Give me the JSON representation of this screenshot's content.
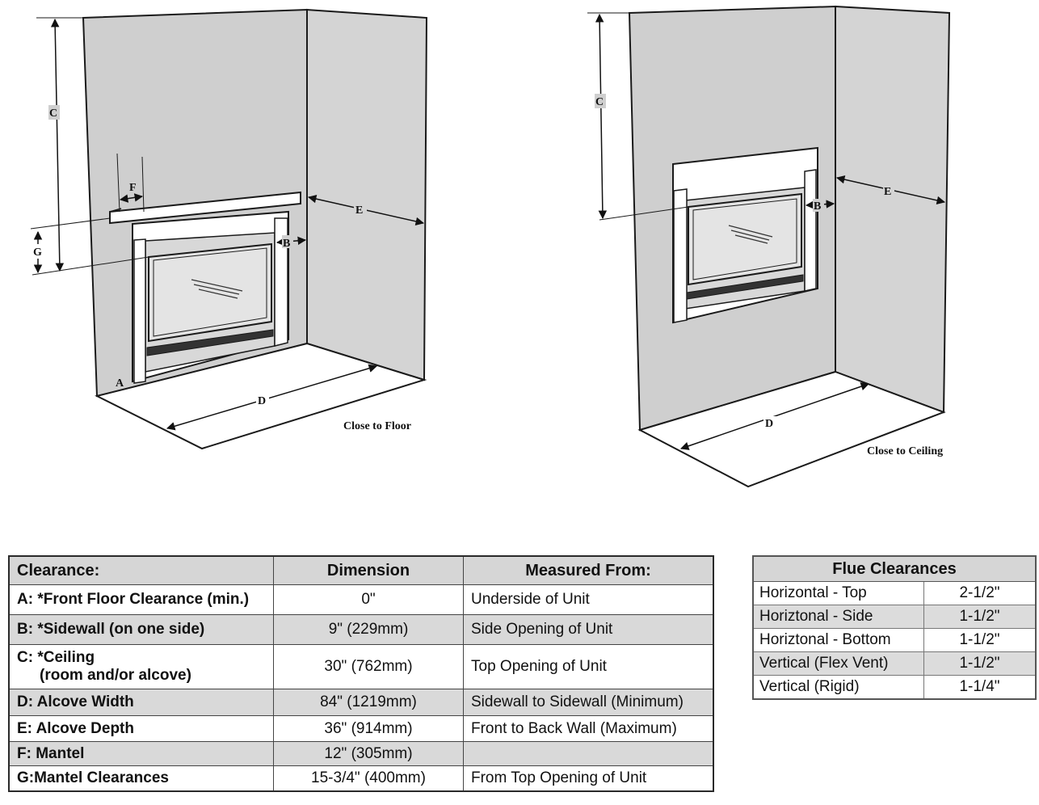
{
  "diagram_floor": {
    "caption": "Close to Floor",
    "labels": {
      "a": "A",
      "b": "B",
      "c": "C",
      "d": "D",
      "e": "E",
      "f": "F",
      "g": "G"
    }
  },
  "diagram_ceiling": {
    "caption": "Close to Ceiling",
    "labels": {
      "b": "B",
      "c": "C",
      "d": "D",
      "e": "E"
    }
  },
  "clearance_table": {
    "headers": [
      "Clearance:",
      "Dimension",
      "Measured From:"
    ],
    "rows": [
      {
        "clearance": "A: *Front Floor Clearance (min.)",
        "dimension": "0\"",
        "measured_from": "Underside of Unit"
      },
      {
        "clearance": "B: *Sidewall  (on one side)",
        "dimension": "9\" (229mm)",
        "measured_from": "Side Opening of Unit"
      },
      {
        "clearance": "C: *Ceiling",
        "clearance_line2": "(room and/or alcove)",
        "dimension": "30\" (762mm)",
        "measured_from": "Top Opening of Unit"
      },
      {
        "clearance": "D: Alcove Width",
        "dimension": "84\" (1219mm)",
        "measured_from": "Sidewall to Sidewall (Minimum)"
      },
      {
        "clearance": "E: Alcove Depth",
        "dimension": "36\" (914mm)",
        "measured_from": "Front to Back Wall (Maximum)"
      },
      {
        "clearance": "F: Mantel",
        "dimension": "12\" (305mm)",
        "measured_from": ""
      },
      {
        "clearance": "G:Mantel Clearances",
        "dimension": "15-3/4\" (400mm)",
        "measured_from": "From Top Opening of Unit"
      }
    ]
  },
  "flue_table": {
    "title": "Flue Clearances",
    "rows": [
      {
        "position": "Horizontal - Top",
        "value": "2-1/2\""
      },
      {
        "position": "Horiztonal - Side",
        "value": "1-1/2\""
      },
      {
        "position": "Horiztonal - Bottom",
        "value": "1-1/2\""
      },
      {
        "position": "Vertical (Flex Vent)",
        "value": "1-1/2\""
      },
      {
        "position": "Vertical (Rigid)",
        "value": "1-1/4\""
      }
    ]
  },
  "colors": {
    "wall": "#cfcfcf",
    "line": "#1a1a1a",
    "header_bg": "#d6d6d6"
  }
}
